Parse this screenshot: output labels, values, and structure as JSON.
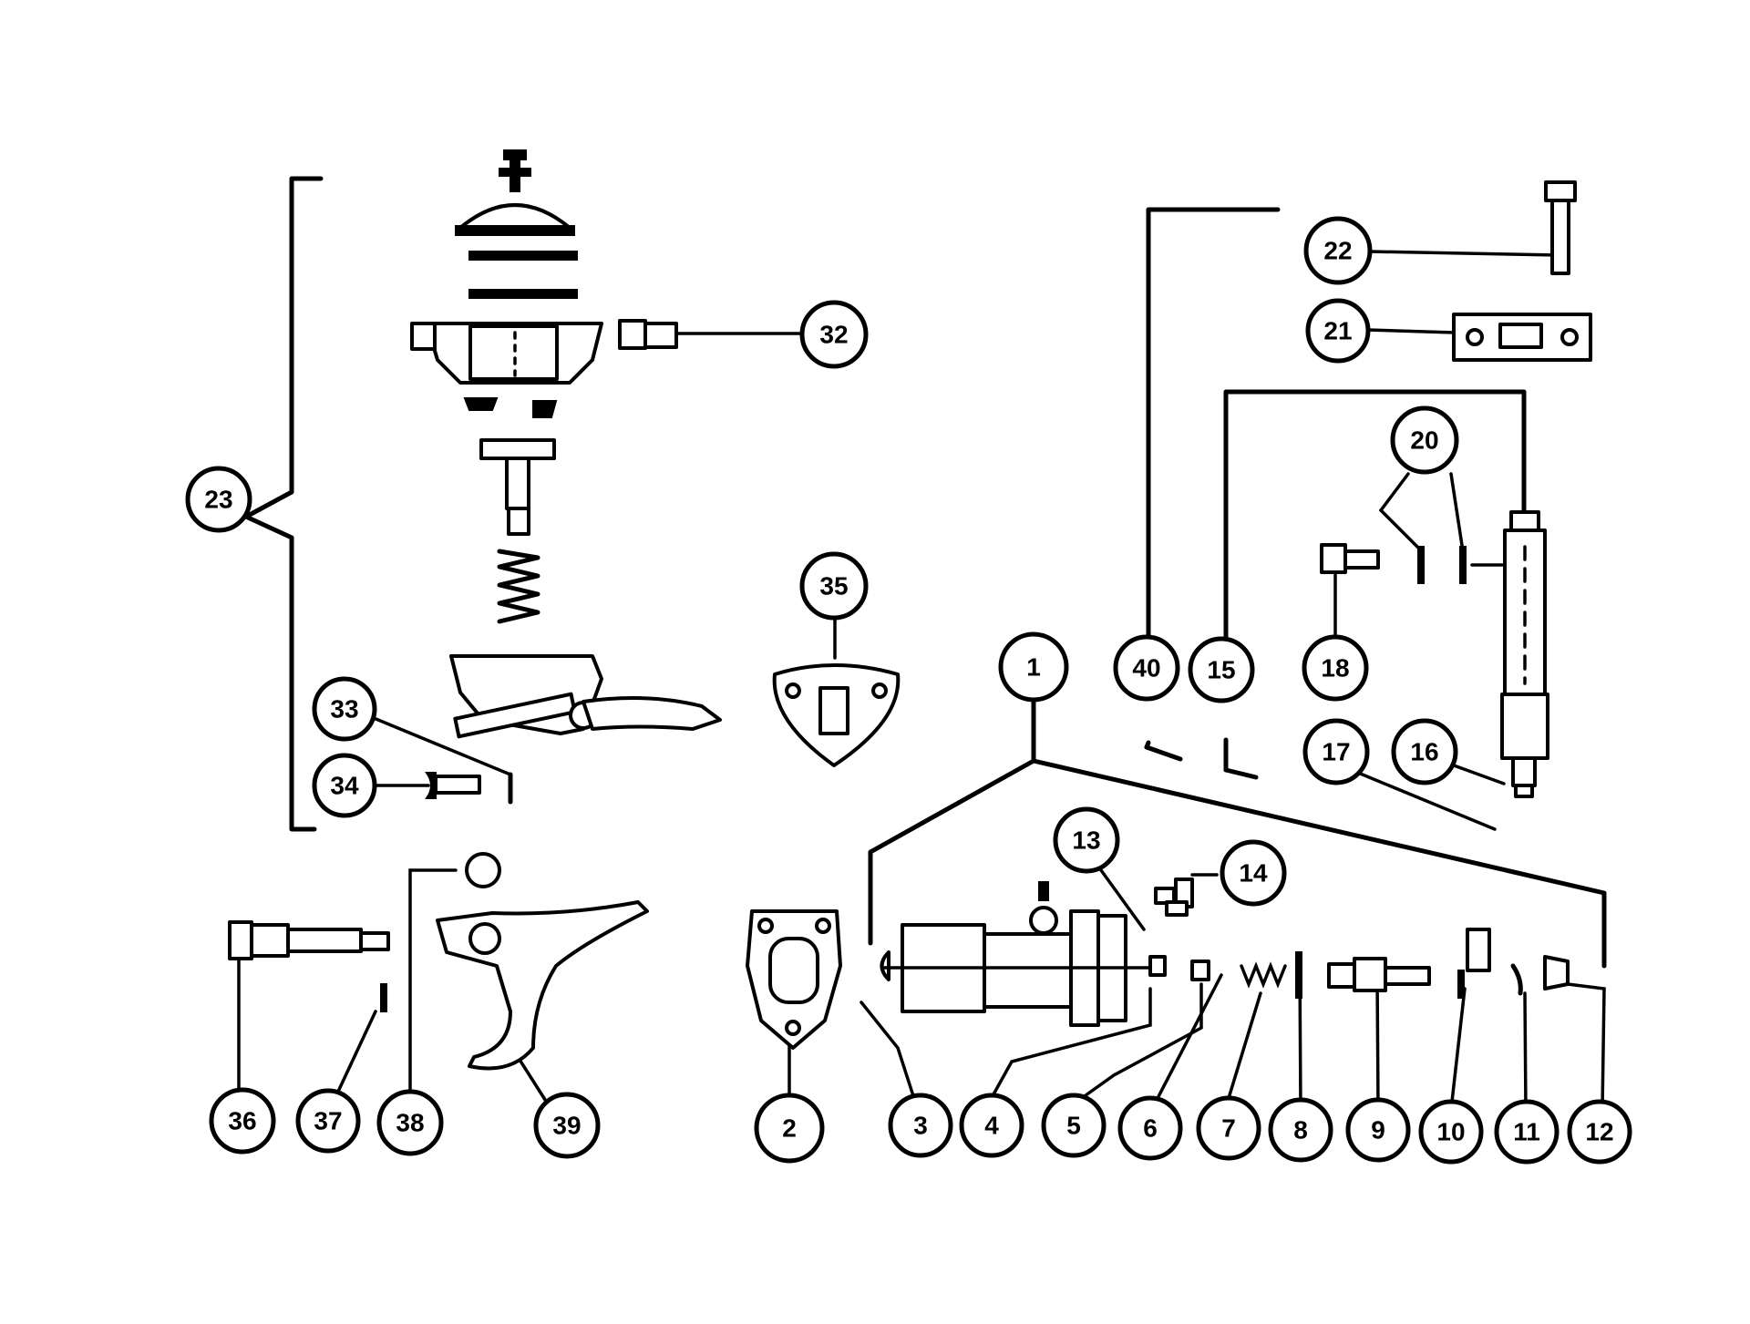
{
  "diagram": {
    "callouts": [
      "1",
      "2",
      "3",
      "4",
      "5",
      "6",
      "7",
      "8",
      "9",
      "10",
      "11",
      "12",
      "13",
      "14",
      "15",
      "16",
      "17",
      "18",
      "20",
      "21",
      "22",
      "23",
      "32",
      "33",
      "34",
      "35",
      "36",
      "37",
      "38",
      "39",
      "40"
    ]
  }
}
